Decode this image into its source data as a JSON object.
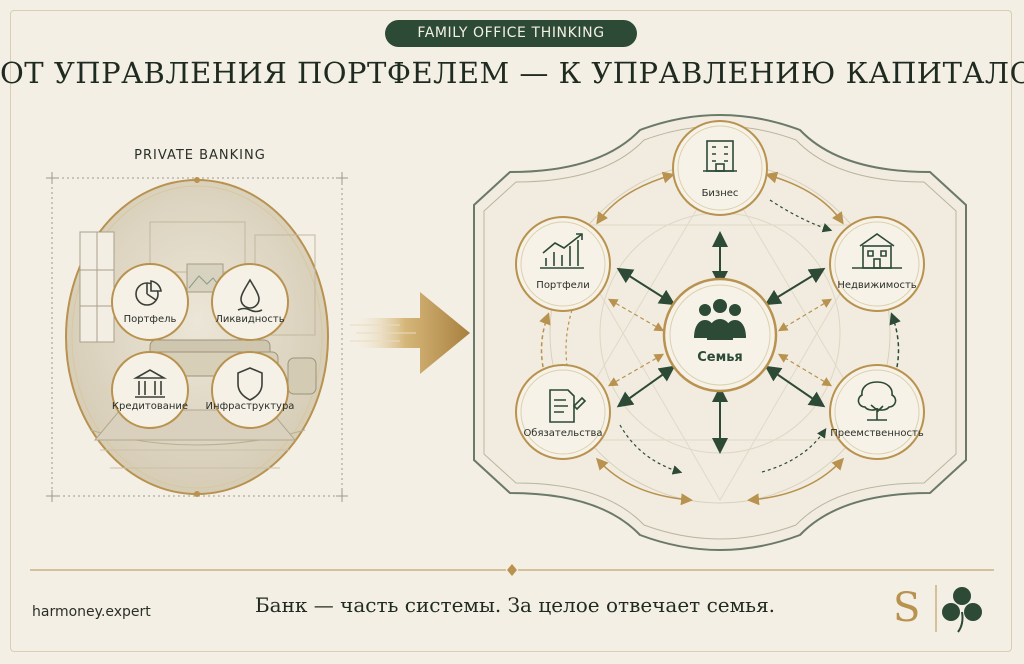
{
  "header": {
    "badge": "FAMILY OFFICE THINKING",
    "title": "ОТ УПРАВЛЕНИЯ ПОРТФЕЛЕМ — К УПРАВЛЕНИЮ КАПИТАЛОМ"
  },
  "private_banking": {
    "label": "PRIVATE BANKING",
    "items": [
      {
        "label": "Портфель",
        "icon": "pie-chart-icon"
      },
      {
        "label": "Ликвидность",
        "icon": "water-drop-icon"
      },
      {
        "label": "Кредитование",
        "icon": "bank-building-icon"
      },
      {
        "label": "Инфраструктура",
        "icon": "shield-icon"
      }
    ]
  },
  "capital_system": {
    "center": {
      "label": "Семья",
      "icon": "family-people-icon"
    },
    "nodes": [
      {
        "label": "Бизнес",
        "icon": "office-building-icon"
      },
      {
        "label": "Недвижимость",
        "icon": "house-icon"
      },
      {
        "label": "Преемственность",
        "icon": "tree-icon"
      },
      {
        "label": "Обязательства",
        "icon": "document-pen-icon"
      },
      {
        "label": "Портфели",
        "icon": "bar-chart-growth-icon"
      }
    ]
  },
  "footer": {
    "domain": "harmoney.expert",
    "tagline": "Банк — часть системы. За целое отвечает семья.",
    "logo_letter": "S",
    "logo_icon": "clover-icon"
  },
  "colors": {
    "background": "#f4efe4",
    "dark_green": "#2c4a36",
    "gold": "#b8924e",
    "text": "#1f2a20"
  }
}
